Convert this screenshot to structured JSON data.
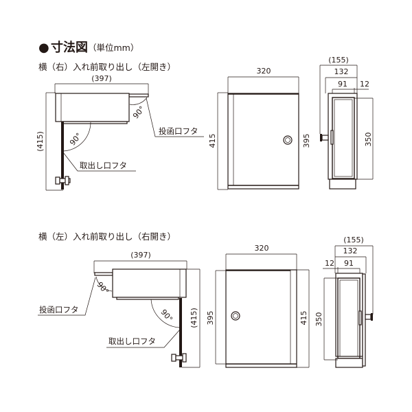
{
  "title": {
    "bullet": "●",
    "main": "寸法図",
    "unit": "（単位mm）"
  },
  "top": {
    "subtitle": "横（右）入れ前取り出し（左開き）",
    "side_open": {
      "width": "(397)",
      "height": "(415)",
      "angle_lid": "90°",
      "angle_door": "90°",
      "label_slot_lid": "投函口フタ",
      "label_door": "取出し口フタ"
    },
    "front": {
      "width": "320",
      "height_outer": "415",
      "height_inner": "395"
    },
    "side": {
      "depth_total": "(155)",
      "depth_body": "132",
      "depth_inner": "91",
      "lid": "12",
      "height": "350"
    }
  },
  "bottom": {
    "subtitle": "横（左）入れ前取り出し（右開き）",
    "side_open": {
      "width": "(397)",
      "height": "(415)",
      "angle_lid": "90°",
      "angle_door": "90°",
      "label_slot_lid": "投函口フタ",
      "label_door": "取出し口フタ"
    },
    "front": {
      "width": "320",
      "height_outer": "415",
      "height_inner": "395"
    },
    "side": {
      "depth_total": "(155)",
      "depth_body": "132",
      "depth_inner": "91",
      "lid": "12",
      "height": "350"
    }
  }
}
